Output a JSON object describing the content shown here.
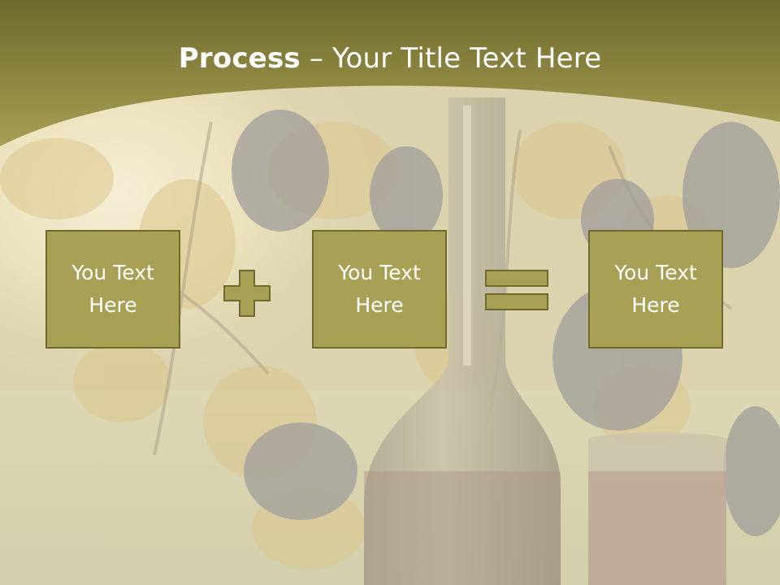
{
  "slide": {
    "title_bold": "Process",
    "title_rest": " – Your Title Text Here"
  },
  "process": {
    "boxes": [
      {
        "text": "You Text\nHere"
      },
      {
        "text": "You Text\nHere"
      },
      {
        "text": "You Text\nHere"
      }
    ],
    "operators": [
      "plus",
      "equals"
    ]
  },
  "colors": {
    "header": "#a19a4e",
    "box_fill": "#a7a055",
    "box_border": "#6f6a2c",
    "operator_fill": "#a7a055",
    "title_text": "#ffffff"
  }
}
